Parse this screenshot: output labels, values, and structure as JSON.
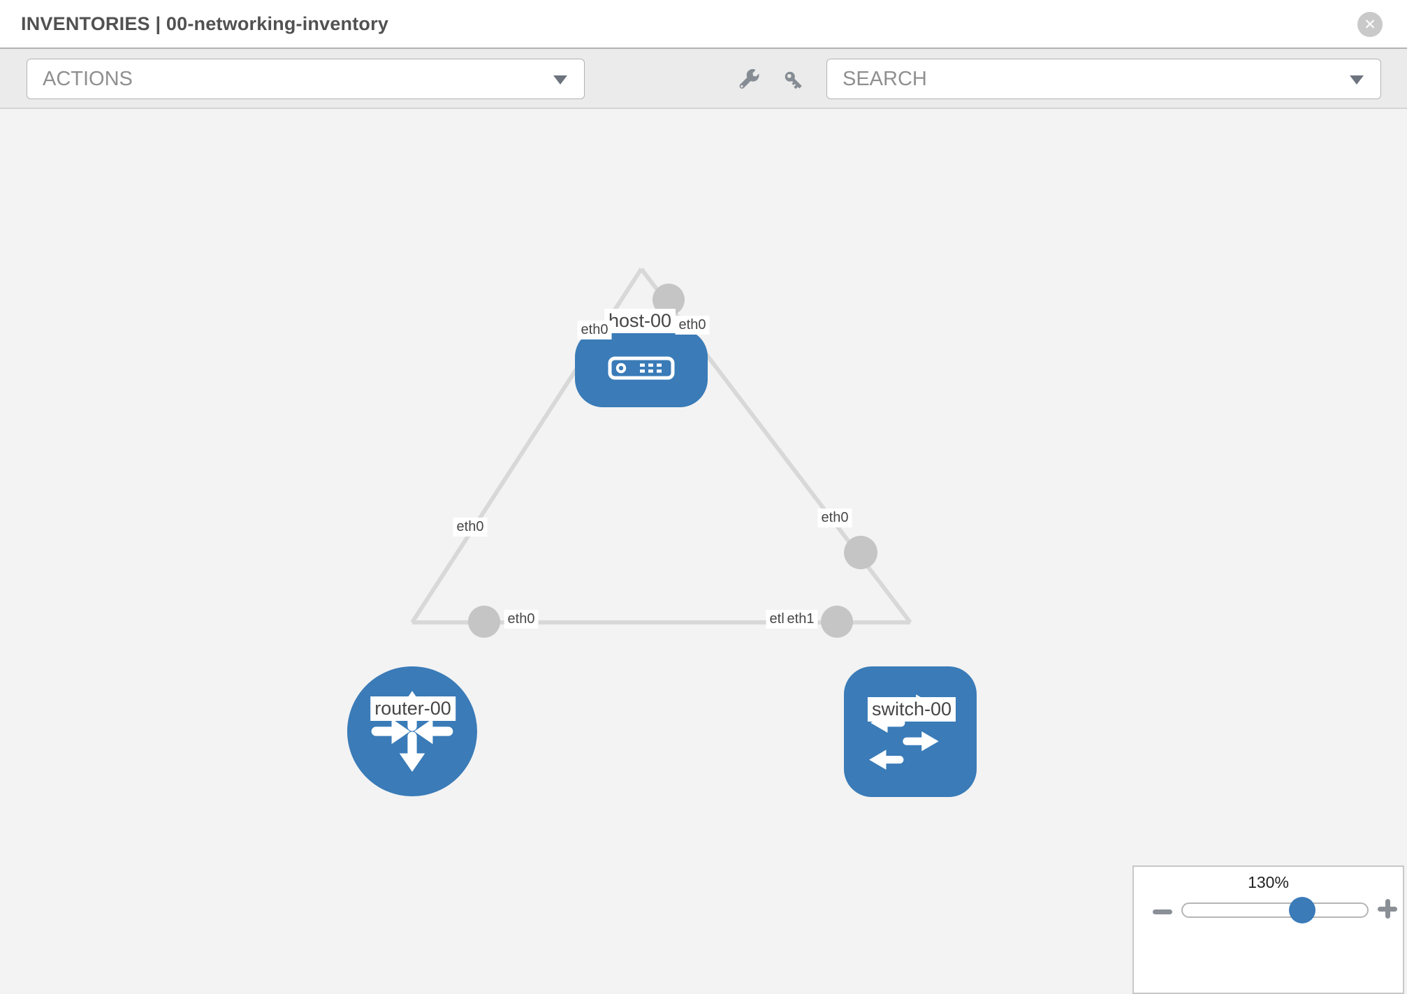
{
  "header": {
    "title": "INVENTORIES | 00-networking-inventory",
    "close_label": "✕"
  },
  "toolbar": {
    "actions_placeholder": "ACTIONS",
    "search_placeholder": "SEARCH",
    "icon_buttons": [
      "wrench-icon",
      "key-icon"
    ]
  },
  "topology": {
    "nodes": [
      {
        "label": "host-00",
        "type": "host"
      },
      {
        "label": "router-00",
        "type": "router"
      },
      {
        "label": "switch-00",
        "type": "switch"
      }
    ],
    "links": [
      {
        "from": "host-00",
        "from_if": "eth0",
        "to": "router-00",
        "to_if": "eth0"
      },
      {
        "from": "host-00",
        "from_if": "eth0",
        "to": "switch-00",
        "to_if": "eth0"
      },
      {
        "from": "router-00",
        "from_if": "eth0",
        "to": "switch-00",
        "to_if": "eth1"
      }
    ],
    "interface_labels": [
      {
        "label": "eth0",
        "at": "host-00 bottom-left"
      },
      {
        "label": "eth0",
        "at": "host-00 bottom-right"
      },
      {
        "label": "eth0",
        "at": "host-router link near router"
      },
      {
        "label": "eth0",
        "at": "host-switch link near switch top"
      },
      {
        "label": "eth0",
        "at": "router-00 right interface"
      },
      {
        "label": "eth0",
        "at": "router-switch link near switch (overlapped)"
      },
      {
        "label": "eth1",
        "at": "switch-00 left interface"
      }
    ],
    "colors": {
      "node_fill": "#3a7bb8",
      "link_stroke": "#d8d8d8",
      "interface_fill": "#c5c5c5",
      "canvas_bg": "#f3f3f3"
    }
  },
  "zoom_control": {
    "level": "130%"
  }
}
